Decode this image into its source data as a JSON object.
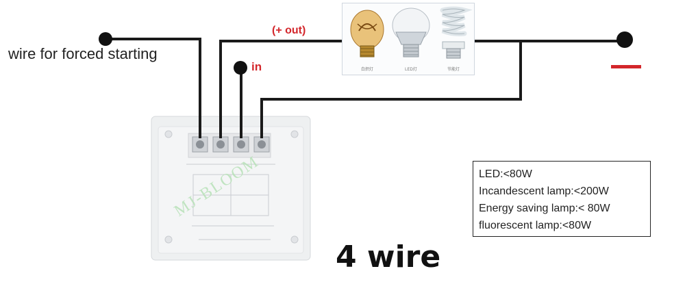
{
  "labels": {
    "wire_forced": "wire for forced starting",
    "out": "(+ out)",
    "in": "in",
    "title": "4 wire"
  },
  "lamp_panel": {
    "captions": [
      "白炽灯",
      "LED灯",
      "节能灯"
    ]
  },
  "spec_box": {
    "lines": [
      "LED:<80W",
      "Incandescent lamp:<200W",
      "Energy saving lamp:< 80W",
      "fluorescent lamp:<80W"
    ]
  },
  "device": {
    "watermark": "MJ-BLOOM"
  },
  "colors": {
    "label_red": "#d3262b",
    "wire": "#1a1a1a",
    "box_border": "#222222"
  }
}
